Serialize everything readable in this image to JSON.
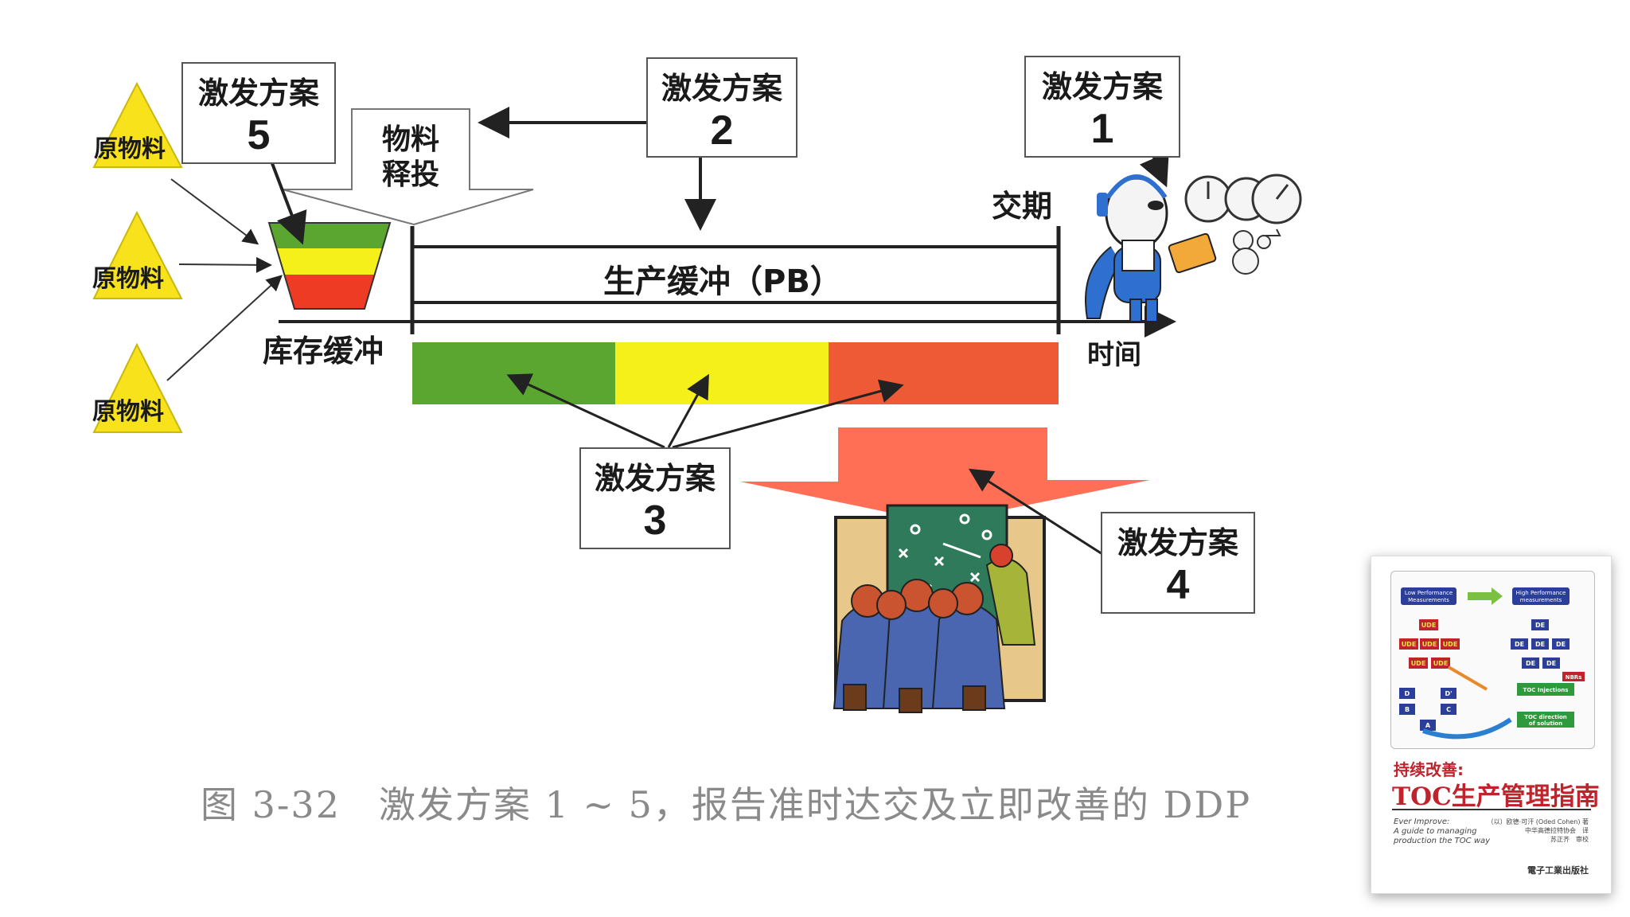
{
  "triggers": {
    "t1": {
      "title": "激发方案",
      "num": "1"
    },
    "t2": {
      "title": "激发方案",
      "num": "2"
    },
    "t3": {
      "title": "激发方案",
      "num": "3"
    },
    "t4": {
      "title": "激发方案",
      "num": "4"
    },
    "t5": {
      "title": "激发方案",
      "num": "5"
    }
  },
  "labels": {
    "raw_material": "原物料",
    "material_release": [
      "物料",
      "释投"
    ],
    "due_date": "交期",
    "production_buffer": "生产缓冲（PB）",
    "inventory_buffer": "库存缓冲",
    "time": "时间"
  },
  "caption": "图 3-32　激发方案 1 ~ 5，报告准时达交及立即改善的 DDP",
  "book": {
    "title_small": "持续改善:",
    "title_big": "TOC生产管理指南",
    "english": [
      "Ever Improve:",
      "A guide to managing",
      "production the TOC way"
    ],
    "authors": [
      "（以）欧德·可汗 (Oded Cohen) 著",
      "中华高德拉特协会　译",
      "苏正齐　审校"
    ],
    "publisher": "電子工業出版社",
    "cover": {
      "low_perf": [
        "Low Performance",
        "Measurements"
      ],
      "high_perf": [
        "High Performance",
        "measurements"
      ],
      "ude": "UDE",
      "de": "DE",
      "nbrs": "NBRs",
      "injections": "TOC Injections",
      "direction": [
        "TOC direction",
        "of solution"
      ],
      "nodes": [
        "D",
        "D'",
        "B",
        "C",
        "A"
      ]
    }
  },
  "colors": {
    "green": "#5aa630",
    "yellow": "#f5ef1a",
    "red": "#ee5a36",
    "salmon": "#ff6f55",
    "triangle": "#f7e21b",
    "book_red": "#c0232c"
  }
}
